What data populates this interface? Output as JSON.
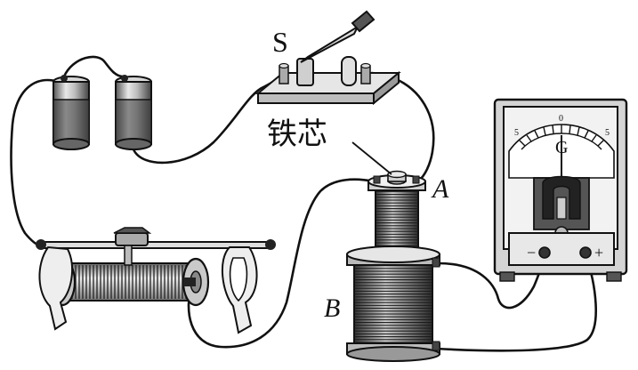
{
  "labels": {
    "switch": "S",
    "iron_core": "铁芯",
    "coil_a": "A",
    "coil_b": "B",
    "galvanometer": "G"
  },
  "galvanometer": {
    "scale_left": "5",
    "scale_center": "0",
    "scale_right": "5",
    "terminal_neg": "−",
    "terminal_pos": "+"
  }
}
